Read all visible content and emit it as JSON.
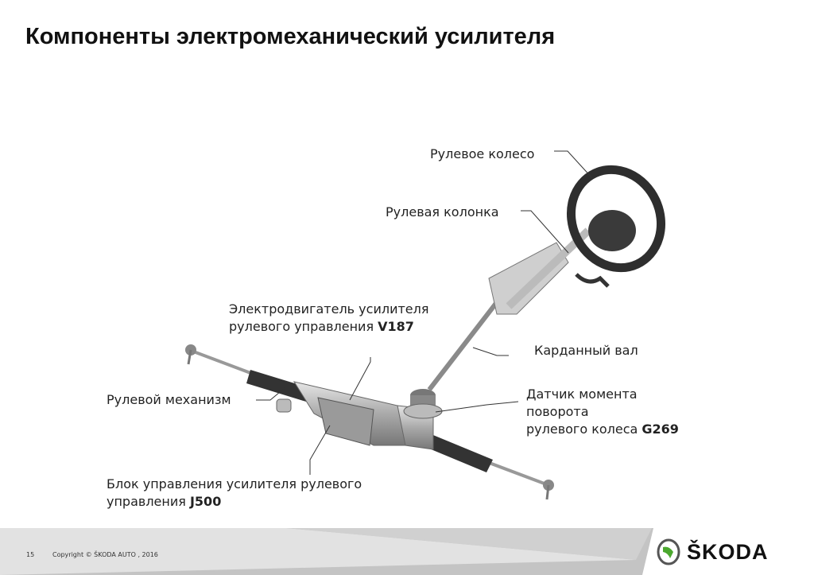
{
  "title": "Компоненты электромеханический усилителя",
  "labels": {
    "steering_wheel": "Рулевое колесо",
    "steering_column": "Рулевая колонка",
    "motor_line1": "Электродвигатель усилителя",
    "motor_line2": "рулевого управления ",
    "motor_code": "V187",
    "cardan_shaft": "Карданный вал",
    "steering_gear": "Рулевой механизм",
    "sensor_line1": "Датчик момента",
    "sensor_line2": "поворота",
    "sensor_line3": "рулевого колеса ",
    "sensor_code": "G269",
    "control_line1": "Блок управления усилителя рулевого",
    "control_line2": "управления ",
    "control_code": "J500"
  },
  "footer": {
    "page_number": "15",
    "copyright": "Copyright © ŠKODA AUTO , 2016",
    "brand": "ŠKODA"
  },
  "colors": {
    "brand_green": "#4ba82e"
  }
}
